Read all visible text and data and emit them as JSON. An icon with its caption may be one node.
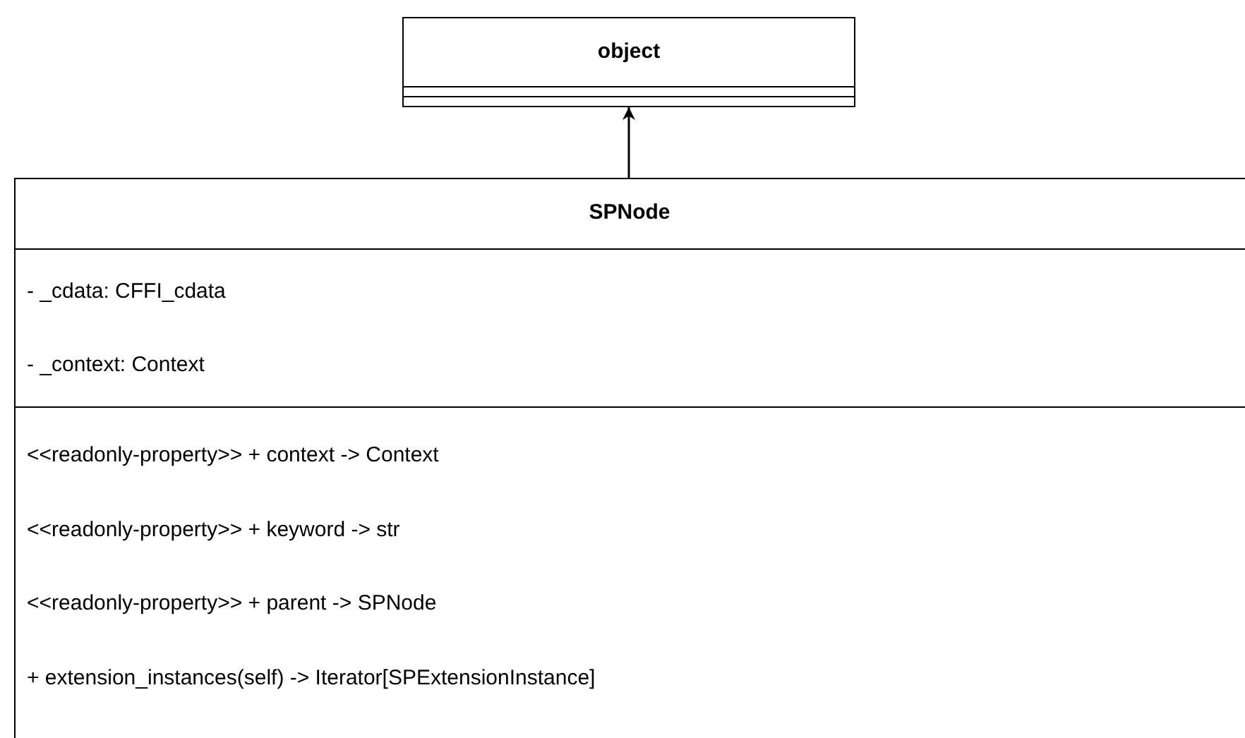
{
  "diagram": {
    "nodes": [
      {
        "text": [
          "object"
        ]
      },
      {
        "text": [
          "SPNode",
          "- _cdata: CFFI_cdata",
          "- _context: Context",
          "<<readonly-property>> + context -> Context",
          "<<readonly-property>> + keyword -> str",
          "<<readonly-property>> + parent -> SPNode",
          "+ extension_instances(self) -> Iterator[SPExtensionInstance]"
        ]
      }
    ],
    "edges": [
      {
        "from": 1,
        "to": 0,
        "arrow": "to"
      }
    ]
  }
}
